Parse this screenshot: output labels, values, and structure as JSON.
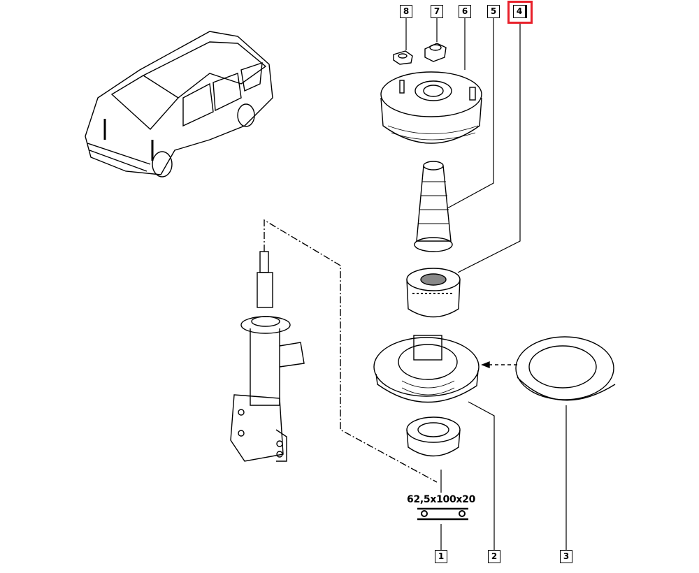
{
  "callouts": {
    "top": [
      {
        "id": "8"
      },
      {
        "id": "7"
      },
      {
        "id": "6"
      },
      {
        "id": "5"
      },
      {
        "id": "4"
      }
    ],
    "bottom": [
      {
        "id": "1"
      },
      {
        "id": "2"
      },
      {
        "id": "3"
      }
    ]
  },
  "highlighted_part": "4",
  "highlight_color": "#e8202a",
  "bearing_dimension": "62,5x100x20"
}
